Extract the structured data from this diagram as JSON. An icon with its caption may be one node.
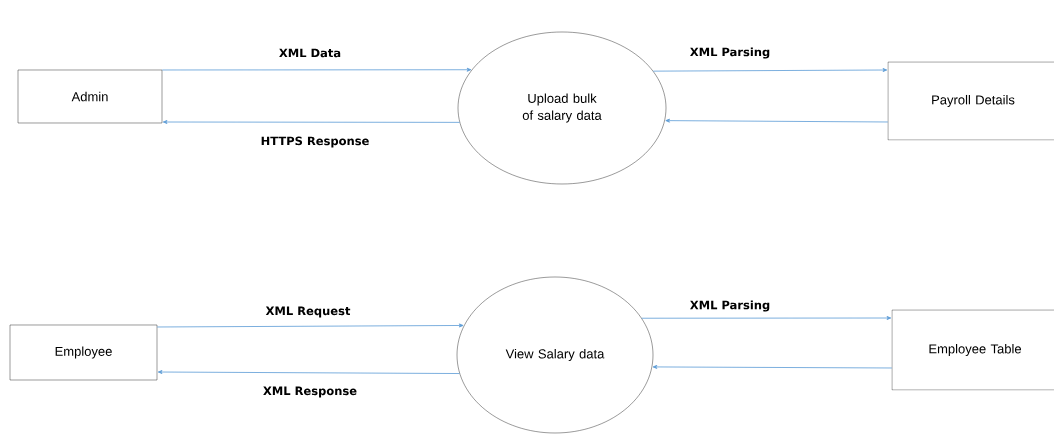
{
  "diagram": {
    "nodes": [
      {
        "text": [
          "Admin"
        ]
      },
      {
        "text": [
          "Upload bulk of salary data"
        ]
      },
      {
        "text": [
          "Payroll Details"
        ]
      },
      {
        "text": [
          "Employee"
        ]
      },
      {
        "text": [
          "View Salary data"
        ]
      },
      {
        "text": [
          "Employee Table"
        ]
      }
    ],
    "edges": [
      {
        "from": 0,
        "to": 1,
        "arrow": "to",
        "label": "XML Data"
      },
      {
        "from": 1,
        "to": 0,
        "arrow": "to",
        "label": "HTTPS Response"
      },
      {
        "from": 1,
        "to": 2,
        "arrow": "to",
        "label": "XML Parsing"
      },
      {
        "from": 2,
        "to": 1,
        "arrow": "to"
      },
      {
        "from": 3,
        "to": 4,
        "arrow": "to",
        "label": "XML Request"
      },
      {
        "from": 4,
        "to": 3,
        "arrow": "to",
        "label": "XML Response"
      },
      {
        "from": 4,
        "to": 5,
        "arrow": "to",
        "label": "XML Parsing"
      },
      {
        "from": 5,
        "to": 4,
        "arrow": "to"
      }
    ]
  }
}
